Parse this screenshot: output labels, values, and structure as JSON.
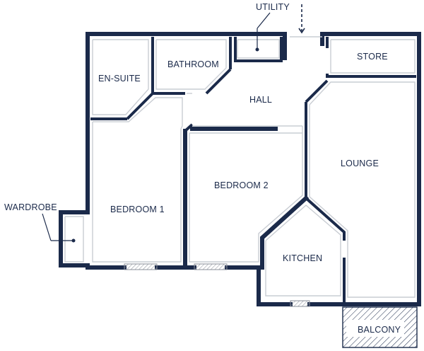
{
  "plan": {
    "rooms": {
      "utility": "UTILITY",
      "bathroom": "BATHROOM",
      "en_suite": "EN-SUITE",
      "hall": "HALL",
      "store": "STORE",
      "lounge": "LOUNGE",
      "bedroom_2": "BEDROOM 2",
      "bedroom_1": "BEDROOM 1",
      "wardrobe": "WARDROBE",
      "kitchen": "KITCHEN",
      "balcony": "BALCONY"
    },
    "colors": {
      "wall": "#1b2a4a",
      "inner_line": "#c9cdd3",
      "background": "#ffffff"
    },
    "icons": [
      "entrance-arrow-icon",
      "window-icon",
      "balcony-hatch-icon"
    ]
  }
}
